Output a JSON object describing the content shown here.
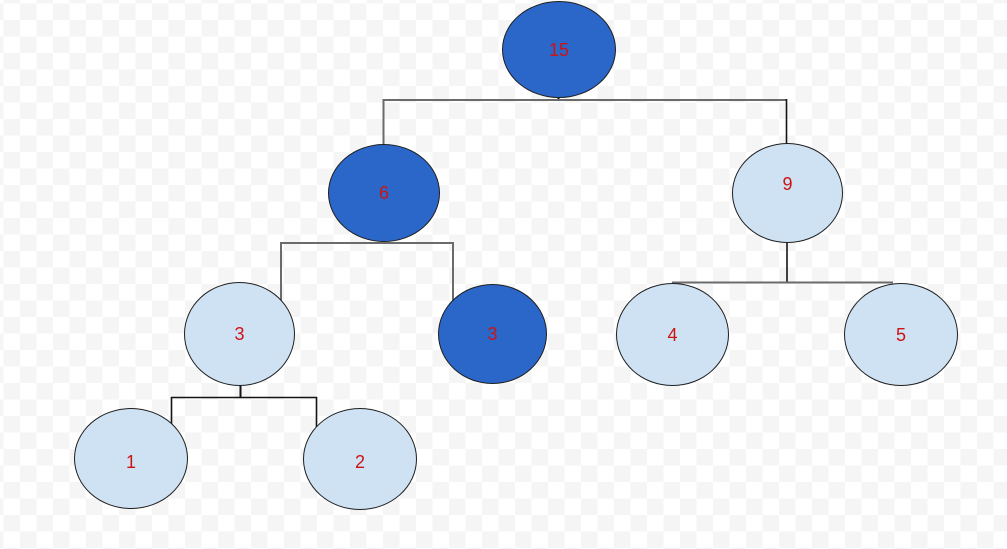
{
  "diagram": {
    "type": "binary-tree",
    "nodes": [
      {
        "id": "15",
        "label": "15",
        "variant": "dark"
      },
      {
        "id": "6",
        "label": "6",
        "variant": "dark"
      },
      {
        "id": "9",
        "label": "9",
        "variant": "light"
      },
      {
        "id": "3a",
        "label": "3",
        "variant": "light"
      },
      {
        "id": "3b",
        "label": "3",
        "variant": "dark"
      },
      {
        "id": "4",
        "label": "4",
        "variant": "light"
      },
      {
        "id": "5",
        "label": "5",
        "variant": "light"
      },
      {
        "id": "1",
        "label": "1",
        "variant": "light"
      },
      {
        "id": "2",
        "label": "2",
        "variant": "light"
      }
    ],
    "edges": [
      {
        "from": "15",
        "to": "6"
      },
      {
        "from": "15",
        "to": "9"
      },
      {
        "from": "6",
        "to": "3a"
      },
      {
        "from": "6",
        "to": "3b"
      },
      {
        "from": "9",
        "to": "4"
      },
      {
        "from": "9",
        "to": "5"
      },
      {
        "from": "3a",
        "to": "1"
      },
      {
        "from": "3a",
        "to": "2"
      }
    ]
  },
  "colors": {
    "node_fill_dark": "#2b66c9",
    "node_fill_light": "#cfe2f3",
    "node_border": "#1f1f1f",
    "label_red": "#cc1414",
    "connector_gray": "#6b6b6b",
    "connector_black": "#141414",
    "checker_gray": "#f5f5f6",
    "checker_white": "#ffffff"
  }
}
